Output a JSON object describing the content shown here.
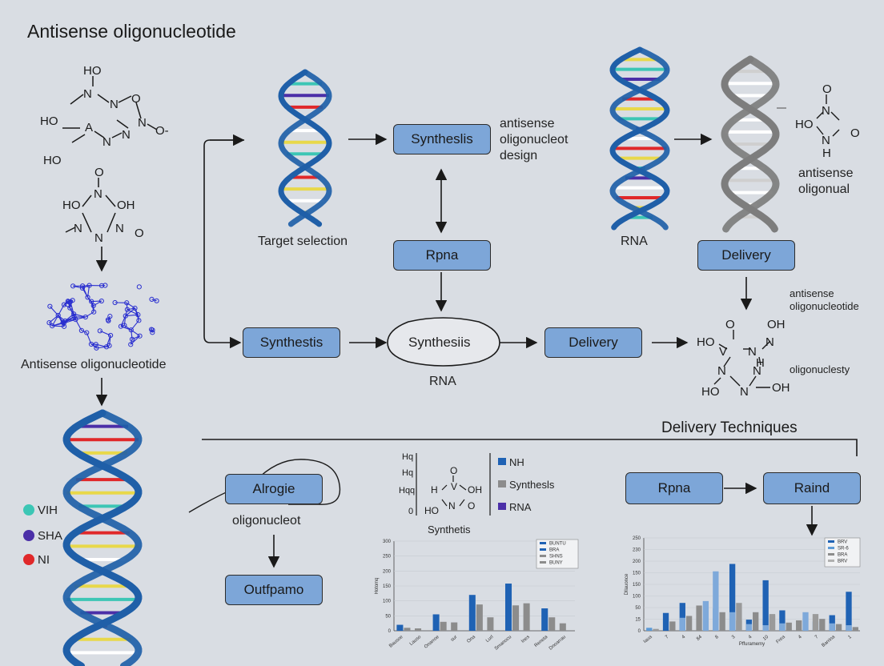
{
  "title": "Antisense oligonucleotide",
  "colors": {
    "background": "#d9dde3",
    "box_fill": "#7da6d8",
    "helix_blue": "#1f5fa8",
    "bar_blue": "#1f62b4",
    "bar_gray": "#8c8c8c",
    "bar_lightblue": "#5c9ad6",
    "teal": "#3cc6b5",
    "purple": "#4b2fa8",
    "red": "#e0282a"
  },
  "left_column": {
    "molecule_label": "Antisense oligonucleotide",
    "chem1_atoms": [
      "HO",
      "N",
      "N",
      "O",
      "N",
      "HO",
      "A",
      "N",
      "N",
      "N",
      "O-",
      "HO"
    ],
    "chem2_atoms": [
      "O",
      "HO",
      "N",
      "OH",
      "N",
      "N",
      "N",
      "O"
    ]
  },
  "legend": [
    {
      "label": "VIH",
      "color": "#3cc6b5"
    },
    {
      "label": "SHA",
      "color": "#4b2fa8"
    },
    {
      "label": "NI",
      "color": "#e0282a"
    }
  ],
  "top_flow": {
    "target_label": "Target selection",
    "synthesis_box": "Syntheslis",
    "design_note": [
      "antisense",
      "oligonucleot",
      "design"
    ],
    "rpna_box": "Rpna",
    "rna_label": "RNA",
    "delivery_box": "Delivery",
    "right_chem_atoms": [
      "O",
      "HO",
      "N",
      "O",
      "N",
      "H"
    ],
    "right_note": [
      "antisense",
      "oligonual"
    ]
  },
  "mid_flow": {
    "synthesis_box": "Synthestis",
    "synthesis_oval": "Synthesiis",
    "oval_label": "RNA",
    "delivery_box": "Delivery",
    "note_top": [
      "antisense",
      "oligonucleotide"
    ],
    "note_side": "oligonuclesty",
    "chem_atoms": [
      "HO",
      "O",
      "OH",
      "HO",
      "V",
      "N",
      "N",
      "N",
      "N",
      "H",
      "N",
      "HO",
      "N",
      "OH"
    ]
  },
  "delivery": {
    "heading": "Delivery Techniques",
    "alrogie_box": "Alrogie",
    "alrogie_label": "oligonucleot",
    "outfpamo_box": "Outfpamo",
    "mini_axis": [
      "Hq",
      "Hq",
      "Hqq",
      "0"
    ],
    "mini_chem_atoms": [
      "O",
      "H",
      "V",
      "OH",
      "HO",
      "N",
      "O"
    ],
    "mini_chem_label": "Synthetis",
    "mini_legend": [
      {
        "label": "NH",
        "color": "#1f62b4"
      },
      {
        "label": "Synthesls",
        "color": "#8c8c8c"
      },
      {
        "label": "RNA",
        "color": "#4b2fa8"
      }
    ],
    "rpna_box": "Rpna",
    "raind_box": "Raind"
  },
  "chart_data": [
    {
      "type": "bar",
      "title": "",
      "xlabel": "",
      "ylabel": "Hotomq",
      "ylim": [
        0,
        300
      ],
      "yticks": [
        "300",
        "250",
        "200",
        "150",
        "100",
        "50",
        "0"
      ],
      "categories": [
        "Bausoe",
        "Lauso",
        "Onarroe",
        "sur",
        "Ona",
        "Lurl",
        "Smanocu",
        "Ines",
        "Reneta",
        "Dnoarrau"
      ],
      "legend": [
        "BUNTU",
        "BRA",
        "SHNS",
        "BUNY"
      ],
      "series": [
        {
          "values": [
            20,
            0,
            55,
            0,
            120,
            0,
            158,
            0,
            75,
            0
          ]
        },
        {
          "values": [
            10,
            8,
            30,
            28,
            88,
            45,
            85,
            92,
            45,
            25
          ]
        }
      ]
    },
    {
      "type": "bar",
      "title": "",
      "xlabel": "Pffuramemy",
      "ylabel": "Dllauonce",
      "ylim": [
        0,
        250
      ],
      "yticks": [
        "250",
        "230",
        "200",
        "150",
        "150",
        "100",
        "50",
        "15",
        "0"
      ],
      "categories": [
        "Iaua",
        "7",
        "4",
        "84",
        "8",
        "3",
        "4",
        "10",
        "Frea",
        "4",
        "7",
        "Barrina",
        "1"
      ],
      "legend": [
        "BRV",
        "SR-6",
        "BRA",
        "BRV"
      ],
      "series": [
        {
          "values": [
            0,
            48,
            75,
            0,
            0,
            180,
            30,
            136,
            55,
            0,
            0,
            42,
            105
          ]
        },
        {
          "values": [
            8,
            0,
            0,
            0,
            60,
            0,
            0,
            0,
            0,
            0,
            25,
            0,
            0
          ]
        },
        {
          "values": [
            0,
            25,
            40,
            68,
            50,
            28,
            50,
            42,
            22,
            28,
            32,
            18,
            10
          ]
        },
        {
          "values": [
            0,
            0,
            35,
            80,
            160,
            50,
            18,
            15,
            20,
            50,
            0,
            20,
            15
          ]
        },
        {
          "values": [
            5,
            0,
            0,
            0,
            0,
            75,
            0,
            45,
            0,
            0,
            45,
            0,
            0
          ]
        }
      ]
    }
  ]
}
